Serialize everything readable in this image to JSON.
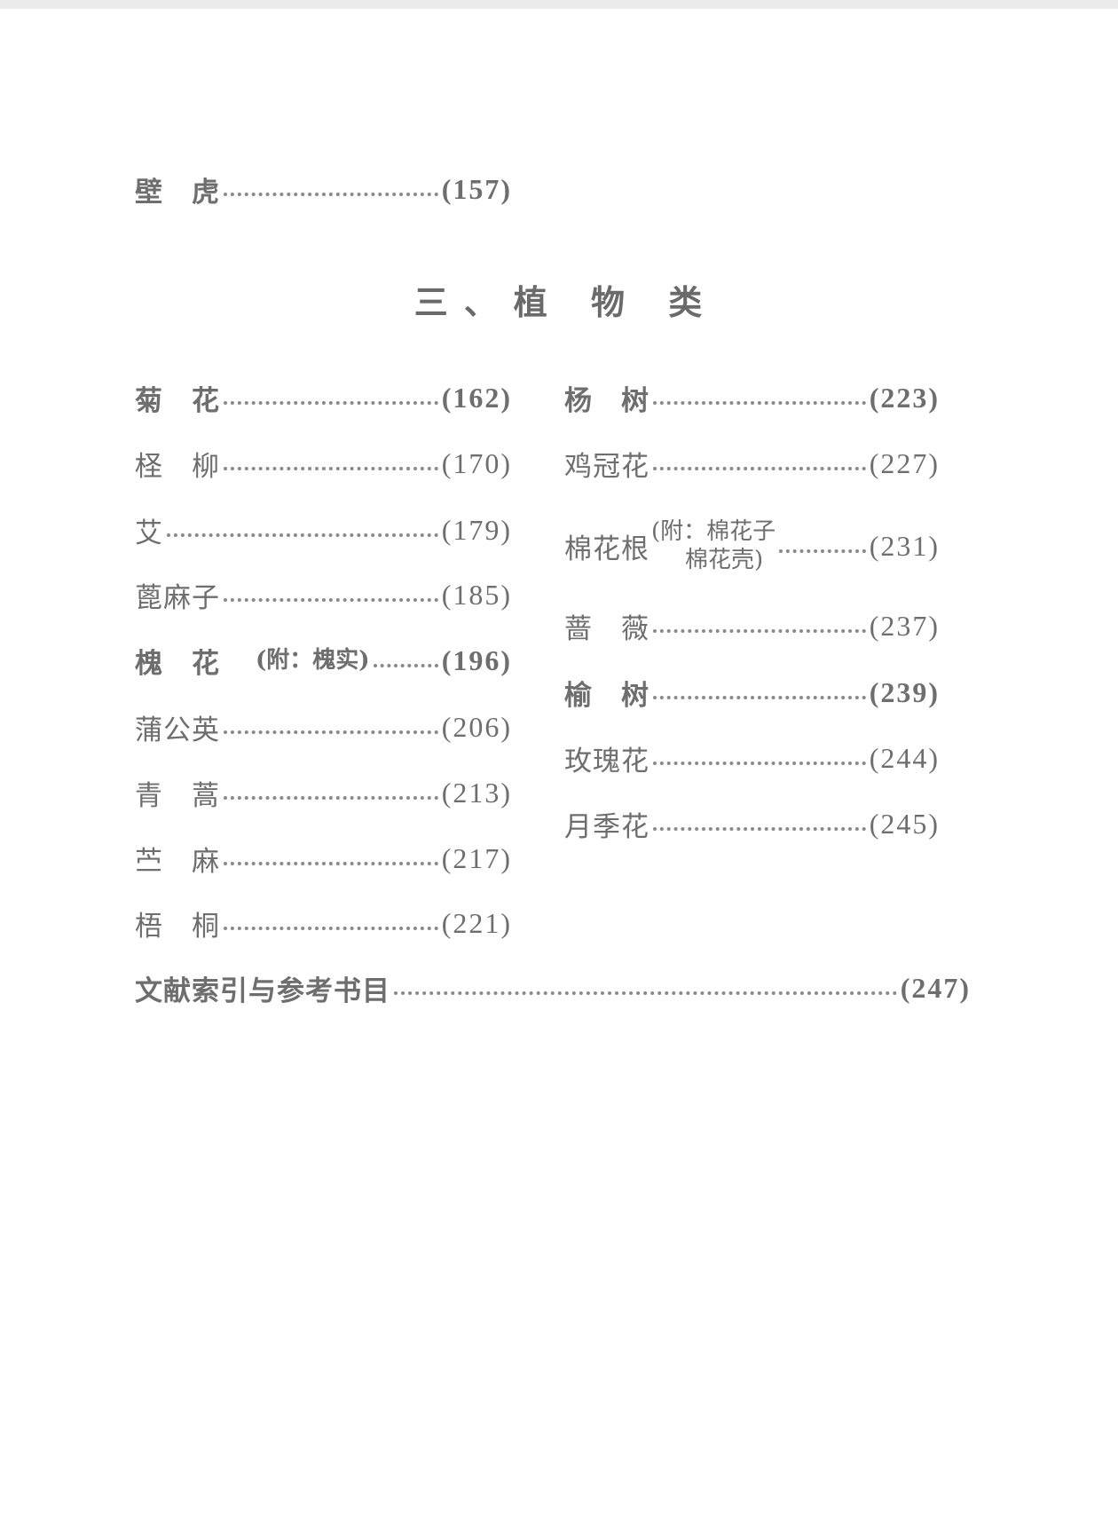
{
  "top_entry": {
    "name": "壁　虎",
    "page": "(157)"
  },
  "section_title": "三、植 物 类",
  "left_entries": [
    {
      "name": "菊　花",
      "page": "(162)"
    },
    {
      "name": "柽　柳",
      "page": "(170)"
    },
    {
      "name": "艾",
      "page": "(179)"
    },
    {
      "name": "蓖麻子",
      "page": "(185)"
    },
    {
      "name": "槐　花",
      "note": "(附：槐实)",
      "page": "(196)"
    },
    {
      "name": "蒲公英",
      "page": "(206)"
    },
    {
      "name": "青　蒿",
      "page": "(213)"
    },
    {
      "name": "苎　麻",
      "page": "(217)"
    },
    {
      "name": "梧　桐",
      "page": "(221)"
    }
  ],
  "right_entries": [
    {
      "name": "杨　树",
      "page": "(223)"
    },
    {
      "name": "鸡冠花",
      "page": "(227)"
    },
    {
      "name": "棉花根",
      "note_line1": "(附：棉花子",
      "note_line2": "棉花壳)",
      "page": "(231)"
    },
    {
      "name": "蔷　薇",
      "page": "(237)"
    },
    {
      "name": "榆　树",
      "page": "(239)"
    },
    {
      "name": "玫瑰花",
      "page": "(244)"
    },
    {
      "name": "月季花",
      "page": "(245)"
    }
  ],
  "bottom_entry": {
    "name": "文献索引与参考书目",
    "page": "(247)"
  }
}
